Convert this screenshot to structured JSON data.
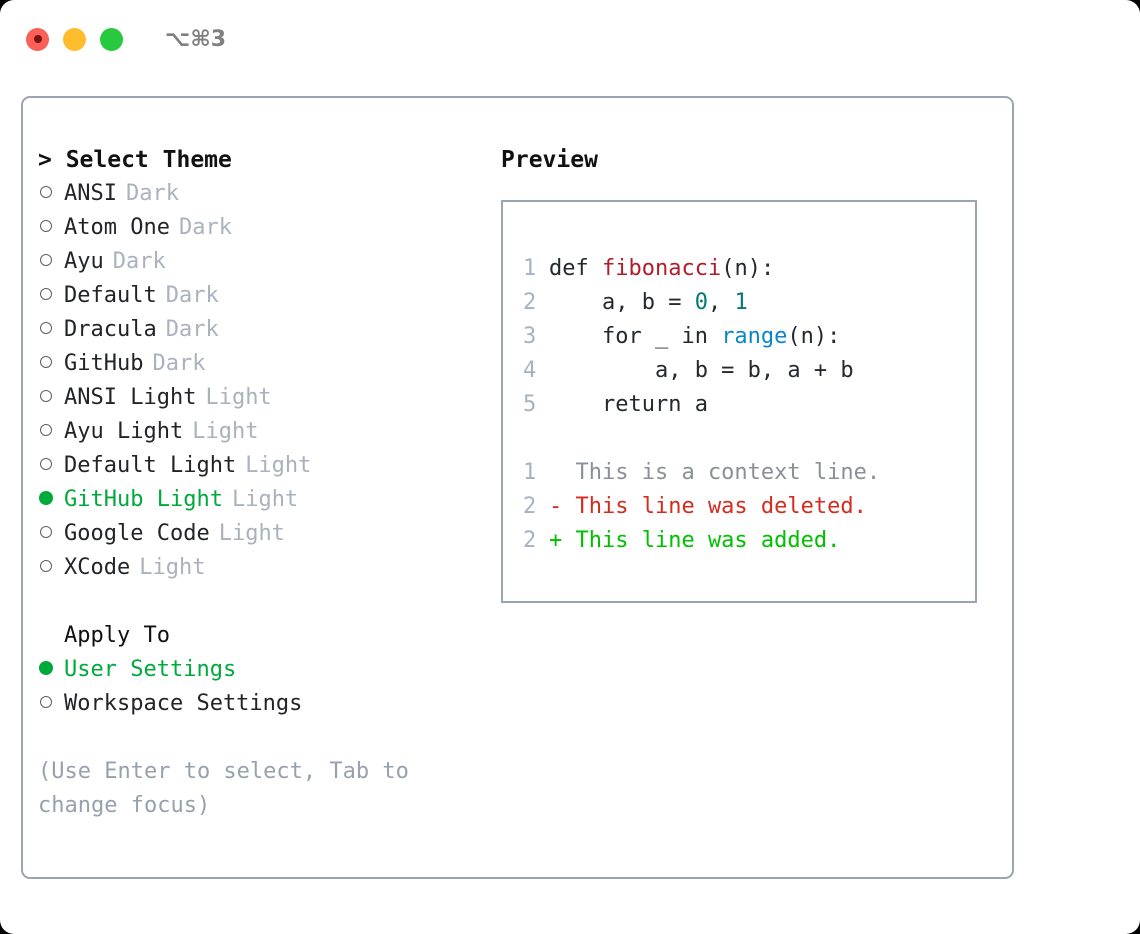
{
  "titlebar": {
    "shortcut": "⌥⌘3",
    "buttons": [
      {
        "name": "close",
        "color": "#fb6058"
      },
      {
        "name": "minimize",
        "color": "#ffbd2e"
      },
      {
        "name": "zoom",
        "color": "#27c93f"
      }
    ]
  },
  "colors": {
    "accent_green": "#00a93c",
    "border": "#9aa5b1",
    "muted": "#a9b2bd",
    "hint": "#97a1ae",
    "diff_add": "#00c000",
    "diff_del": "#d42c1f",
    "syntax_function": "#b11d29",
    "syntax_number": "#017a77",
    "syntax_call": "#0b86c8"
  },
  "theme_list": {
    "heading": "> Select Theme",
    "items": [
      {
        "label": "ANSI",
        "tag": "Dark",
        "selected": false,
        "marker": "○"
      },
      {
        "label": "Atom One",
        "tag": "Dark",
        "selected": false,
        "marker": "○"
      },
      {
        "label": "Ayu",
        "tag": "Dark",
        "selected": false,
        "marker": "○"
      },
      {
        "label": "Default",
        "tag": "Dark",
        "selected": false,
        "marker": "○"
      },
      {
        "label": "Dracula",
        "tag": "Dark",
        "selected": false,
        "marker": "○"
      },
      {
        "label": "GitHub",
        "tag": "Dark",
        "selected": false,
        "marker": "○"
      },
      {
        "label": "ANSI Light",
        "tag": "Light",
        "selected": false,
        "marker": "○"
      },
      {
        "label": "Ayu Light",
        "tag": "Light",
        "selected": false,
        "marker": "○"
      },
      {
        "label": "Default Light",
        "tag": "Light",
        "selected": false,
        "marker": "○"
      },
      {
        "label": "GitHub Light",
        "tag": "Light",
        "selected": true,
        "marker": "●"
      },
      {
        "label": "Google Code",
        "tag": "Light",
        "selected": false,
        "marker": "○"
      },
      {
        "label": "XCode",
        "tag": "Light",
        "selected": false,
        "marker": "○"
      }
    ]
  },
  "apply_to": {
    "heading": "Apply To",
    "items": [
      {
        "label": "User Settings",
        "selected": true,
        "marker": "●"
      },
      {
        "label": "Workspace Settings",
        "selected": false,
        "marker": "○"
      }
    ]
  },
  "hint": "(Use Enter to select, Tab to change focus)",
  "preview": {
    "title": "Preview",
    "code_lines": [
      {
        "number": "1",
        "tokens": [
          {
            "text": "def ",
            "type": "plain"
          },
          {
            "text": "fibonacci",
            "type": "function"
          },
          {
            "text": "(n):",
            "type": "plain"
          }
        ]
      },
      {
        "number": "2",
        "tokens": [
          {
            "text": "    a, b = ",
            "type": "plain"
          },
          {
            "text": "0",
            "type": "number"
          },
          {
            "text": ", ",
            "type": "plain"
          },
          {
            "text": "1",
            "type": "number"
          }
        ]
      },
      {
        "number": "3",
        "tokens": [
          {
            "text": "    for _ in ",
            "type": "plain"
          },
          {
            "text": "range",
            "type": "call"
          },
          {
            "text": "(n):",
            "type": "plain"
          }
        ]
      },
      {
        "number": "4",
        "tokens": [
          {
            "text": "        a, b = b, a + b",
            "type": "plain"
          }
        ]
      },
      {
        "number": "5",
        "tokens": [
          {
            "text": "    return a",
            "type": "plain"
          }
        ]
      }
    ],
    "diff_lines": [
      {
        "number": "1",
        "marker": " ",
        "text": "  This is a context line.",
        "type": "context"
      },
      {
        "number": "2",
        "marker": "-",
        "text": "- This line was deleted.",
        "type": "deletion"
      },
      {
        "number": "2",
        "marker": "+",
        "text": "+ This line was added.",
        "type": "addition"
      }
    ]
  }
}
